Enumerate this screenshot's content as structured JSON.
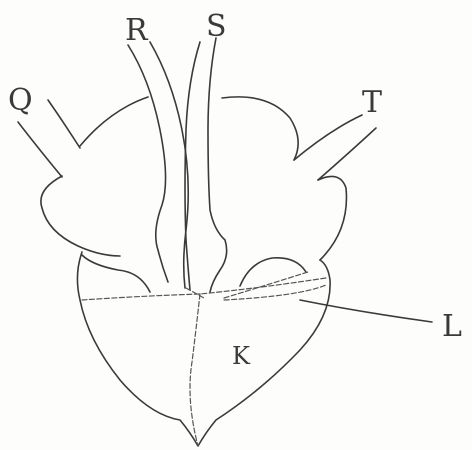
{
  "labels": {
    "Q": "Q",
    "R": "R",
    "S": "S",
    "T": "T",
    "L": "L",
    "K": "K"
  }
}
